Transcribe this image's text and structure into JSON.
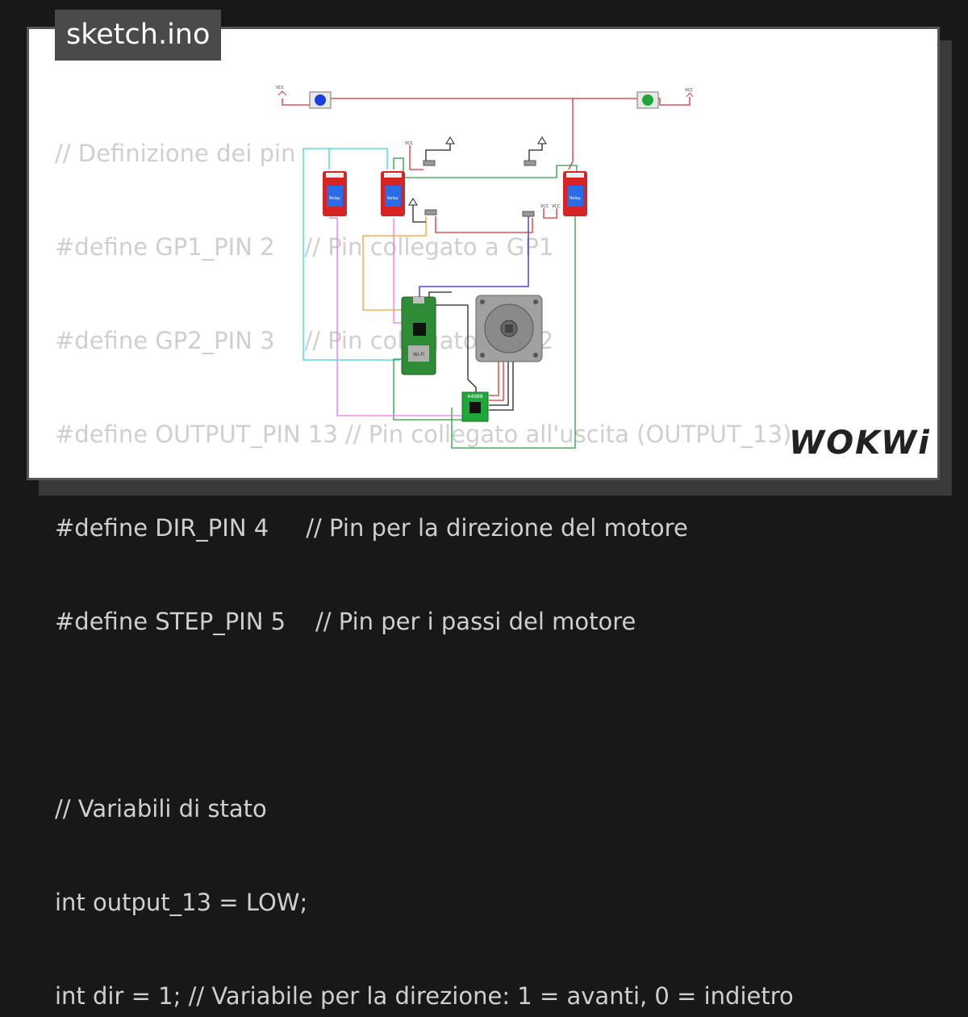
{
  "project": {
    "filename": "sketch.ino",
    "logo": "WOKWi"
  },
  "code_lines": [
    "// Definizione dei pin",
    "#define GP1_PIN 2    // Pin collegato a GP1",
    "#define GP2_PIN 3    // Pin collegato a GP2",
    "#define OUTPUT_PIN 13 // Pin collegato all'uscita (OUTPUT_13)",
    "#define DIR_PIN 4     // Pin per la direzione del motore",
    "#define STEP_PIN 5    // Pin per i passi del motore",
    "",
    "// Variabili di stato",
    "int output_13 = LOW;",
    "int dir = 1; // Variabile per la direzione: 1 = avanti, 0 = indietro"
  ],
  "components": {
    "vcc_label": "VCC",
    "relay_label": "Relay",
    "board_label": "Wi-Fi",
    "driver_label": "A4988"
  },
  "colors": {
    "background": "#181818",
    "card": "#ffffff",
    "tab": "#4a4a4a",
    "code_text": "#cfcfcf",
    "wire_red": "#d9303a",
    "wire_green": "#2a9d3e",
    "wire_cyan": "#38d6e0",
    "wire_pink": "#e27ae8",
    "wire_orange": "#f0a030",
    "wire_blue": "#2a2ad0",
    "relay": "#d62424",
    "pico": "#2e8b36",
    "button_blue": "#1a3fe0",
    "button_green": "#1ea83a"
  }
}
